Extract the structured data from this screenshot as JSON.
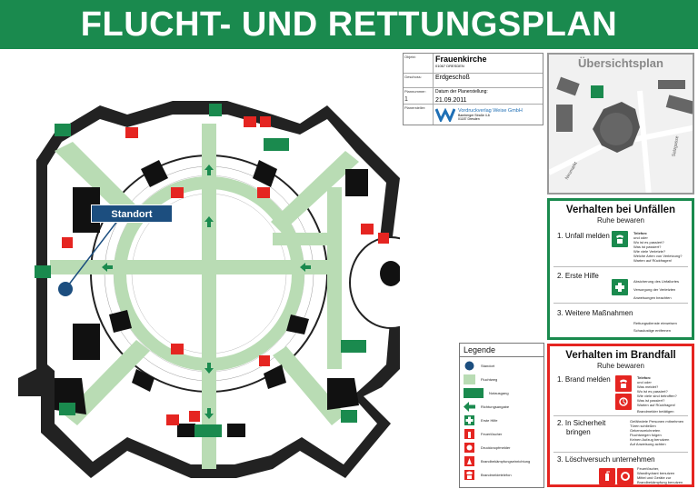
{
  "header": {
    "title": "FLUCHT- UND RETTUNGSPLAN"
  },
  "titleblock": {
    "objekt_label": "Objekt:",
    "objekt_value": "Frauenkirche",
    "objekt_sub": "01067 DRESDEN",
    "geschoss_label": "Geschoss:",
    "geschoss_value": "Erdgeschoß",
    "plannummer_label": "Plannummer:",
    "plannummer_value": "1",
    "datum_label": "Datum der Planerstellung:",
    "datum_value": "21.09.2011",
    "planersteller_label": "Planersteller:",
    "verlag": "Vordruckverlag Weise GmbH",
    "verlag_addr1": "Bamberger Straße 4-6",
    "verlag_addr2": "01187 Dresden"
  },
  "overview": {
    "title": "Übersichtsplan",
    "street1": "Neumarkt",
    "street2": "Salzgasse"
  },
  "map": {
    "standort_label": "Standort"
  },
  "accident": {
    "title": "Verhalten bei Unfällen",
    "subtitle": "Ruhe bewaren",
    "step1": "1. Unfall melden",
    "step1_notes": [
      "Telefon:",
      "und oder",
      "Wo ist es passiert?",
      "Was ist passiert?",
      "Wie viele Verletzte?",
      "Welche Arten von Verletzung?",
      "Warten auf Rückfragen!"
    ],
    "step2": "2. Erste Hilfe",
    "step2_notes": [
      "Absicherung des Unfallortes",
      "Versorgung der Verletzten",
      "Anweisungen beachten"
    ],
    "step3": "3. Weitere Maßnahmen",
    "step3_notes": [
      "Rettungsdienste einweisen",
      "Schaulustige entfernen"
    ]
  },
  "fire": {
    "title": "Verhalten im Brandfall",
    "subtitle": "Ruhe bewaren",
    "step1": "1. Brand melden",
    "step1_notes": [
      "Telefon:",
      "und oder",
      "Was meldet?",
      "Wo ist es passiert?",
      "Wie viele sind betroffen?",
      "Was ist passiert?",
      "Warten auf Rückfragen!",
      "Brandmelder betätigen"
    ],
    "step2a": "2. In Sicherheit",
    "step2b": "bringen",
    "step2_notes": [
      "Gefährdete Personen mitnehmen",
      "Türen schließen",
      "Gekennzeichneten",
      "Fluchtwegen folgen",
      "Keinen Aufzug benutzen",
      "Auf Anweisung achten"
    ],
    "step3": "3. Löschversuch unternehmen",
    "step3_notes": [
      "Feuerlöscher,",
      "Wandhydrant benutzen",
      "Mittel und Geräte zur",
      "Brandbekämpfung benutzen"
    ]
  },
  "legend": {
    "title": "Legende",
    "items": [
      "Standort",
      "Fluchtweg",
      "Notausgang",
      "Richtungsangabe",
      "Erste Hilfe",
      "Feuerlöscher",
      "Druckknopfmelder",
      "Brandbekämpfungseinrichtung",
      "Brandmeldetelefon"
    ]
  },
  "colors": {
    "green": "#1a8a4e",
    "red": "#e52521",
    "route": "#b9dcb4",
    "blue": "#1c4e7f",
    "black": "#111111"
  }
}
